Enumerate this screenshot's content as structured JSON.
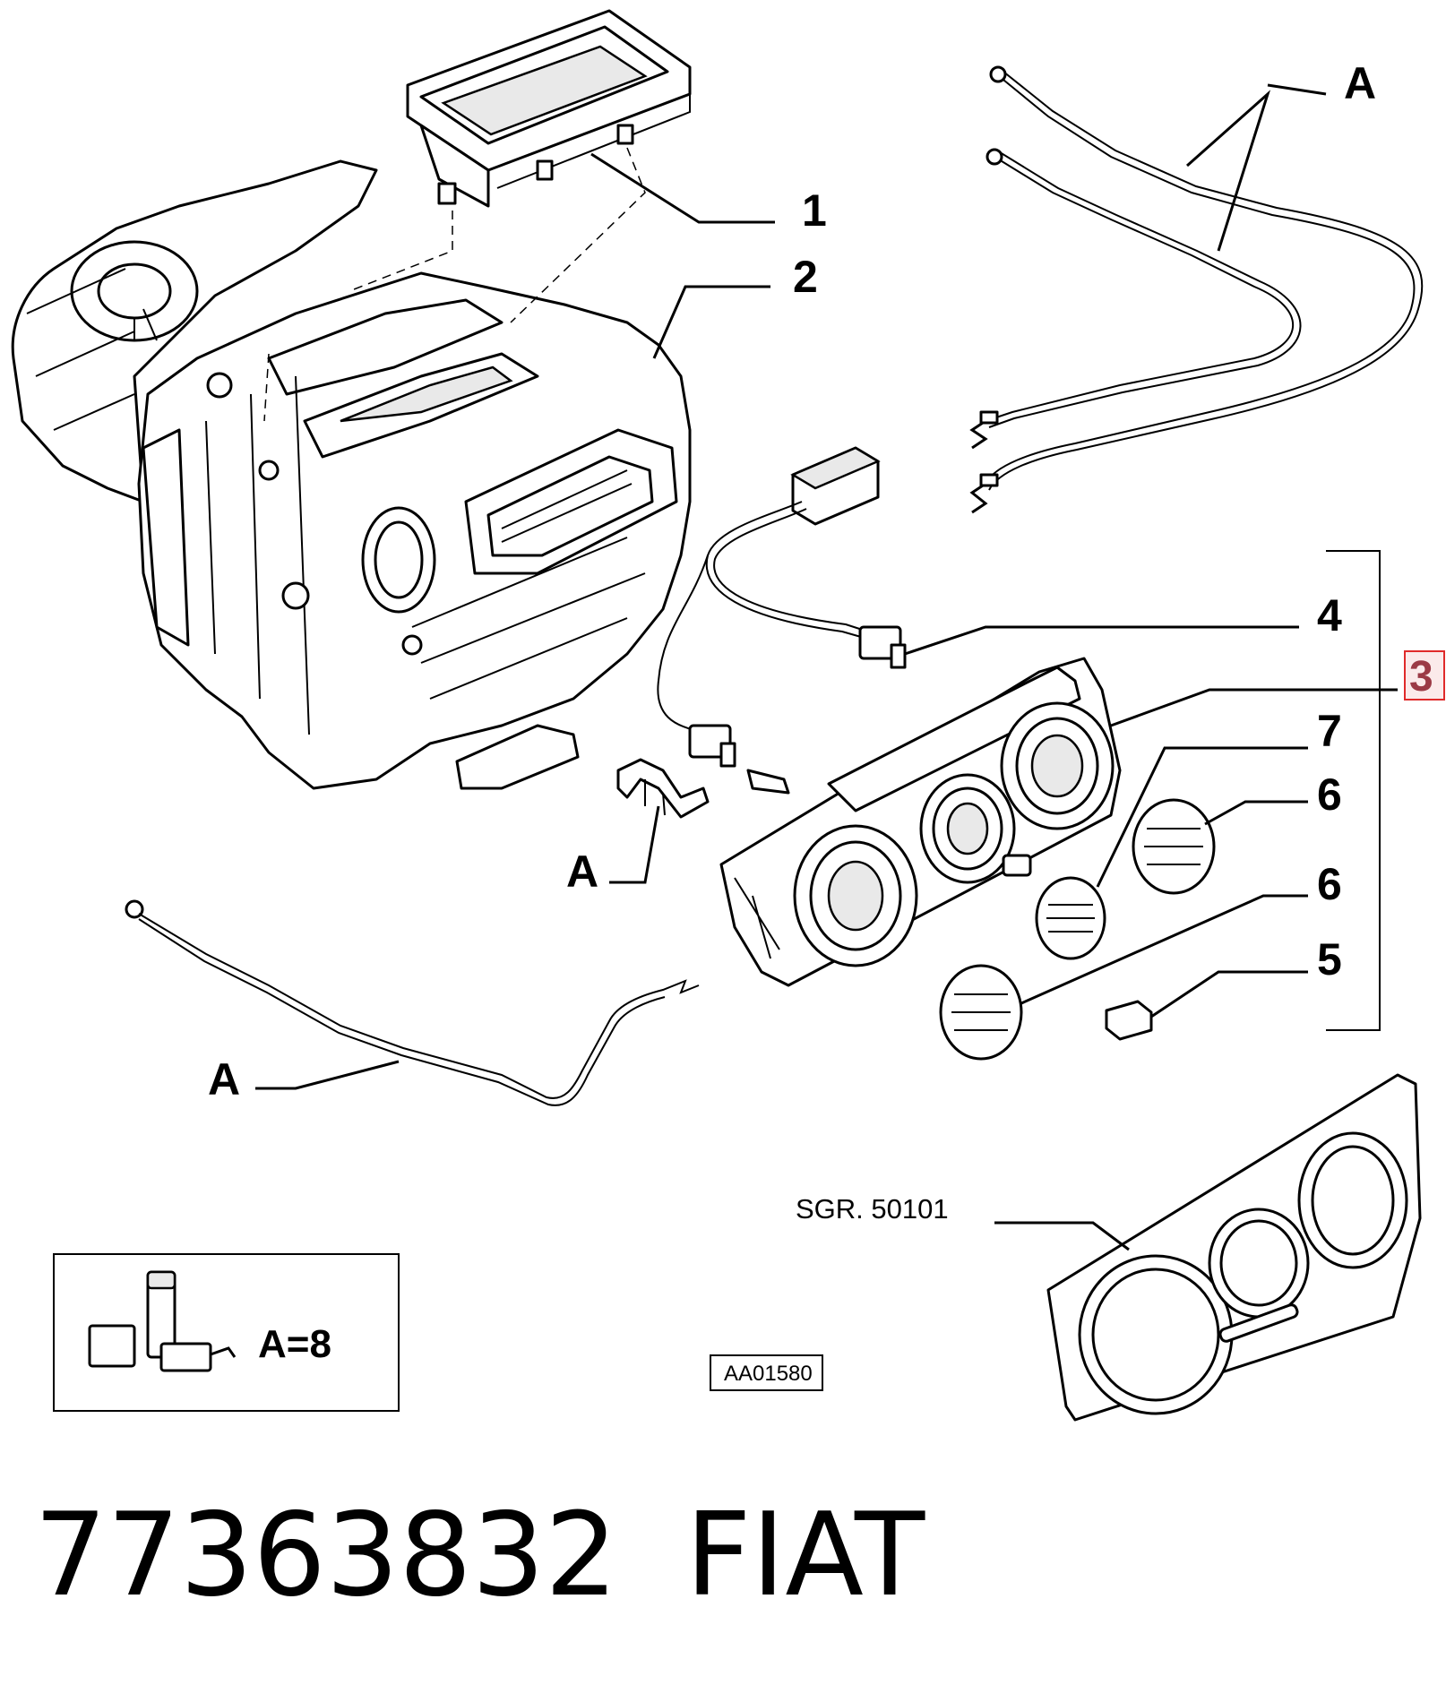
{
  "callouts": {
    "c1": "1",
    "c2": "2",
    "c3": "3",
    "c4": "4",
    "c5": "5",
    "c6a": "6",
    "c6b": "6",
    "c7": "7",
    "cable_top": "A",
    "cable_clip": "A",
    "cable_bottom": "A"
  },
  "reference": {
    "group": "SGR. 50101",
    "drawing_code": "AA01580"
  },
  "kit_box": {
    "quantity": "A=8"
  },
  "footer": {
    "part_number": "77363832",
    "brand": "FIAT"
  },
  "colors": {
    "highlight": "#9b3a45",
    "highlight_box": "#e02a2a"
  }
}
